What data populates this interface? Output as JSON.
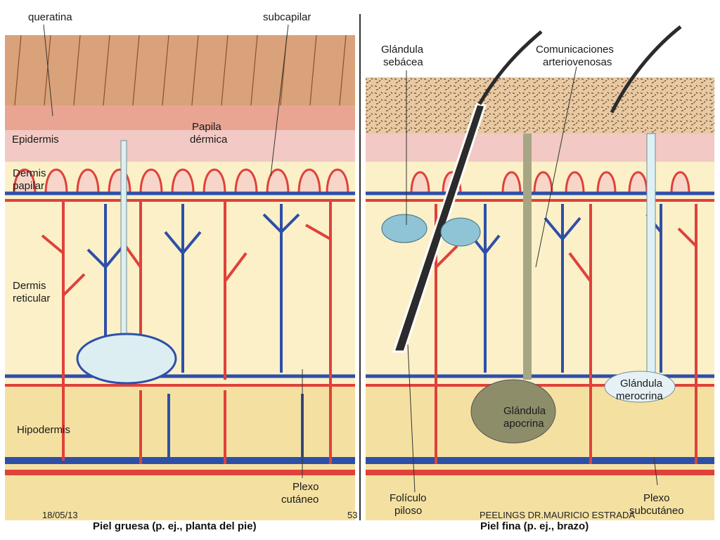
{
  "labels": {
    "queratina": "queratina",
    "subcapilar": "subcapilar",
    "epidermis": "Epidermis",
    "papila_1": "Papila",
    "papila_2": "dérmica",
    "dermis_papilar_1": "Dermis",
    "dermis_papilar_2": "papilar",
    "dermis_reticular_1": "Dermis",
    "dermis_reticular_2": "reticular",
    "hipodermis": "Hipodermis",
    "plexo_cutaneo_1": "Plexo",
    "plexo_cutaneo_2": "cutáneo",
    "glandula_sebacea_1": "Glándula",
    "glandula_sebacea_2": "sebácea",
    "comunicaciones_1": "Comunicaciones",
    "comunicaciones_2": "arteriovenosas",
    "glandula_merocrina_1": "Glándula",
    "glandula_merocrina_2": "merocrina",
    "glandula_apocrina_1": "Glándula",
    "glandula_apocrina_2": "apocrina",
    "foliculo_1": "Folículo",
    "foliculo_2": "piloso",
    "plexo_subcutaneo_1": "Plexo",
    "plexo_subcutaneo_2": "subcutáneo"
  },
  "captions": {
    "left": "Piel gruesa (p. ej., planta del pie)",
    "right": "Piel fina (p. ej., brazo)"
  },
  "footer": {
    "date": "18/05/13",
    "page": "53",
    "author": "PEELINGS  DR.MAURICIO ESTRADA"
  },
  "colors": {
    "artery": "#e0413b",
    "vein": "#2e4fa8",
    "keratin": "#d9a27a",
    "epidermis": "#f2c9c4",
    "dermis": "#fbf0c8",
    "hypodermis": "#f4e1a2"
  }
}
